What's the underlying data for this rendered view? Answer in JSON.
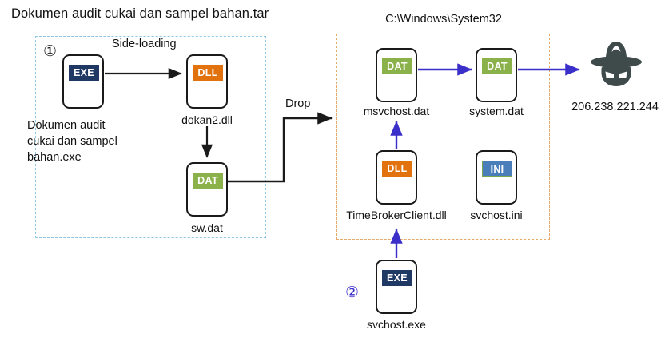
{
  "diagram": {
    "title_tar": "Dokumen audit cukai dan sampel bahan.tar",
    "title_system32": "C:\\Windows\\System32",
    "step_markers": {
      "one": "①",
      "two": "②"
    },
    "edge_labels": {
      "side_loading": "Side-loading",
      "drop": "Drop"
    },
    "groups": [
      {
        "name": "archive-group",
        "border_color": "#8ec6e6",
        "style": "dashed",
        "label": "Dokumen audit cukai dan sampel bahan.tar",
        "marker": "①"
      },
      {
        "name": "system32-group",
        "border_color": "#e8a866",
        "style": "dashed",
        "label": "C:\\Windows\\System32",
        "marker": "②"
      }
    ],
    "nodes": [
      {
        "id": "dropper-exe",
        "badge": "EXE",
        "badge_color": "#1f3864",
        "caption": "Dokumen audit\ncukai dan sampel\nbahan.exe",
        "group": "archive-group"
      },
      {
        "id": "dokan2-dll",
        "badge": "DLL",
        "badge_color": "#e2720d",
        "caption": "dokan2.dll",
        "group": "archive-group"
      },
      {
        "id": "sw-dat",
        "badge": "DAT",
        "badge_color": "#8bb14a",
        "caption": "sw.dat",
        "group": "archive-group"
      },
      {
        "id": "msvchost-dat",
        "badge": "DAT",
        "badge_color": "#8bb14a",
        "caption": "msvchost.dat",
        "group": "system32-group"
      },
      {
        "id": "system-dat",
        "badge": "DAT",
        "badge_color": "#8bb14a",
        "caption": "system.dat",
        "group": "system32-group"
      },
      {
        "id": "timebrokerclient-dll",
        "badge": "DLL",
        "badge_color": "#e2720d",
        "caption": "TimeBrokerClient.dll",
        "group": "system32-group"
      },
      {
        "id": "svchost-ini",
        "badge": "INI",
        "badge_color": "#4a7ebb",
        "caption": "svchost.ini",
        "group": "system32-group"
      },
      {
        "id": "svchost-exe",
        "badge": "EXE",
        "badge_color": "#1f3864",
        "caption": "svchost.exe",
        "group": null
      }
    ],
    "c2": {
      "icon": "hacker-hat-mask-icon",
      "icon_color": "#3f4a4a",
      "address": "206.238.221.244"
    },
    "edges": [
      {
        "from": "dropper-exe",
        "to": "dokan2-dll",
        "label": "Side-loading",
        "color": "#1a1a1a"
      },
      {
        "from": "dokan2-dll",
        "to": "sw-dat",
        "label": "",
        "color": "#1a1a1a"
      },
      {
        "from": "sw-dat",
        "to": "system32-group",
        "label": "Drop",
        "color": "#1a1a1a"
      },
      {
        "from": "msvchost-dat",
        "to": "system-dat",
        "label": "",
        "color": "#3b2fc9"
      },
      {
        "from": "system-dat",
        "to": "c2",
        "label": "",
        "color": "#3b2fc9"
      },
      {
        "from": "timebrokerclient-dll",
        "to": "msvchost-dat",
        "label": "",
        "color": "#3b2fc9"
      },
      {
        "from": "svchost-exe",
        "to": "timebrokerclient-dll",
        "label": "",
        "color": "#3b2fc9"
      }
    ]
  }
}
